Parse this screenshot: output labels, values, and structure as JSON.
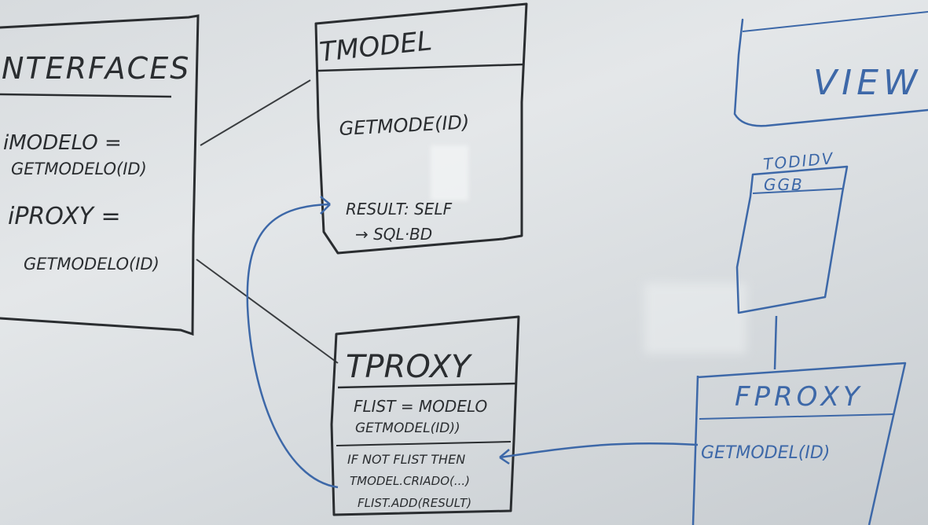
{
  "diagram": {
    "colors": {
      "board": "#dde1e4",
      "black_marker": "#2a2d30",
      "blue_marker": "#3d68a8"
    },
    "interfaces_box": {
      "title": "NTERFACES",
      "lines": [
        "iMODELO =",
        "GETMODELO(ID)",
        "iPROXY =",
        "GETMODELO(ID)"
      ]
    },
    "tmodel_box": {
      "title": "TMODEL",
      "method": "GETMODE(ID)",
      "result_lines": [
        "RESULT: SELF",
        "→ SQL·BD"
      ]
    },
    "tproxy_box": {
      "title": "TPROXY",
      "lines": [
        "FLIST = MODELO",
        "GETMODEL(ID))",
        "IF NOT FLIST THEN",
        "TMODEL.CRIADO(...)",
        "FLIST.ADD(RESULT)"
      ]
    },
    "view_box": {
      "title": "VIEW"
    },
    "form_box": {
      "lines": [
        "TODIDV",
        "GGB"
      ]
    },
    "fproxy_box": {
      "title": "FPROXY",
      "method": "GETMODEL(ID)"
    }
  }
}
